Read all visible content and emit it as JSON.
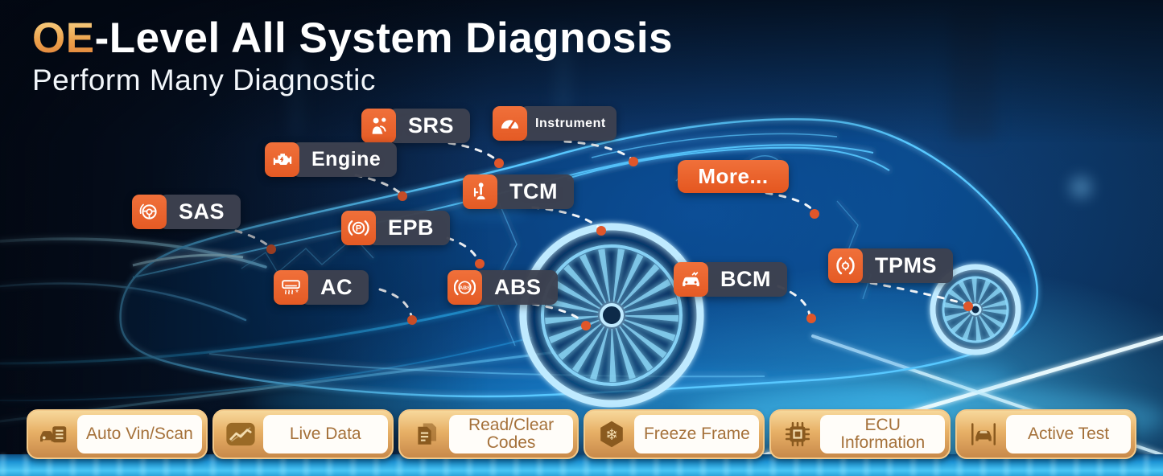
{
  "header": {
    "title_highlight": "OE",
    "title_rest": "-Level All System Diagnosis",
    "subtitle": "Perform Many Diagnostic"
  },
  "systems": [
    {
      "label": "SRS",
      "icon": "airbag-icon"
    },
    {
      "label": "Instrument",
      "icon": "gauge-icon"
    },
    {
      "label": "Engine",
      "icon": "engine-icon"
    },
    {
      "label": "SAS",
      "icon": "steering-wheel-icon"
    },
    {
      "label": "TCM",
      "icon": "gear-shifter-icon"
    },
    {
      "label": "EPB",
      "icon": "parking-brake-icon"
    },
    {
      "label": "More...",
      "icon": null
    },
    {
      "label": "AC",
      "icon": "air-conditioner-icon"
    },
    {
      "label": "ABS",
      "icon": "abs-brake-icon"
    },
    {
      "label": "BCM",
      "icon": "car-body-icon"
    },
    {
      "label": "TPMS",
      "icon": "tire-pressure-icon"
    }
  ],
  "features": [
    {
      "label": "Auto Vin/Scan",
      "icon": "vin-scan-icon"
    },
    {
      "label": "Live Data",
      "icon": "live-data-icon"
    },
    {
      "label": "Read/Clear Codes",
      "icon": "read-clear-codes-icon"
    },
    {
      "label": "Freeze Frame",
      "icon": "freeze-frame-icon"
    },
    {
      "label": "ECU Information",
      "icon": "ecu-chip-icon"
    },
    {
      "label": "Active Test",
      "icon": "active-test-icon"
    }
  ],
  "colors": {
    "accent_orange": "#ec6430",
    "label_dark": "#3d4250",
    "glow_cyan": "#5ad0ff",
    "gold": "#cf9350",
    "feature_text": "#a5713a",
    "background_navy": "#0b2a50"
  }
}
